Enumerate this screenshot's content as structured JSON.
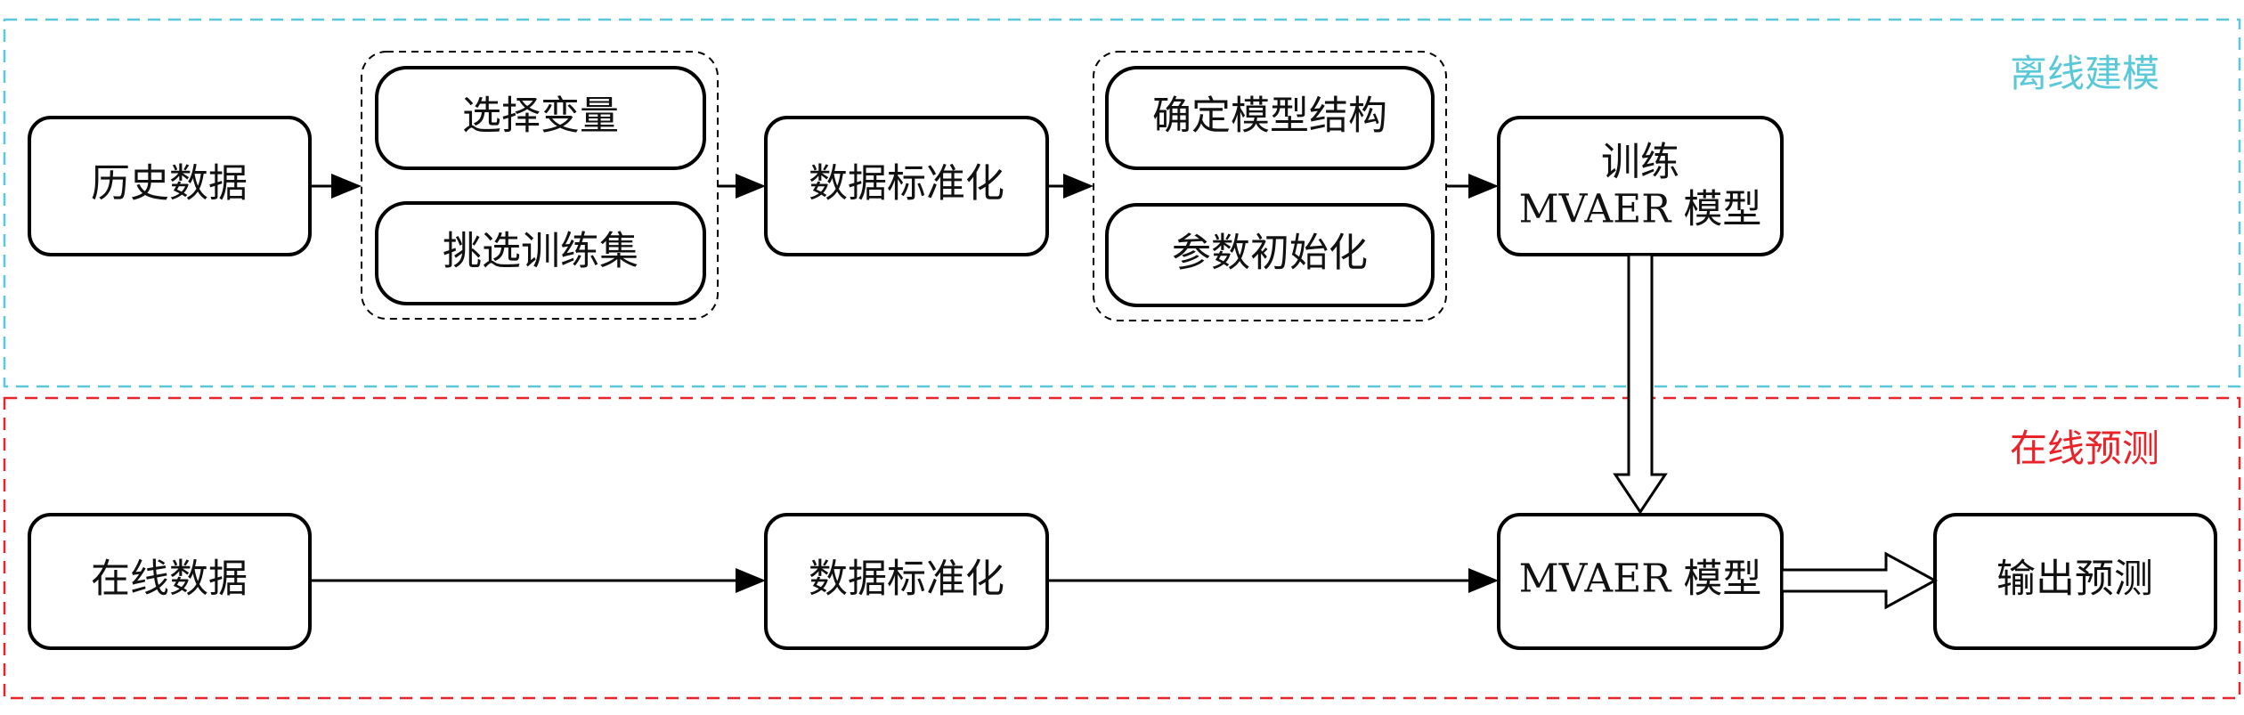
{
  "sections": {
    "offline": {
      "label": "离线建模",
      "color": "#59c8d8"
    },
    "online": {
      "label": "在线预测",
      "color": "#e8232a"
    }
  },
  "offline": {
    "history_data": "历史数据",
    "select_variables": "选择变量",
    "pick_training_set": "挑选训练集",
    "standardization": "数据标准化",
    "determine_structure": "确定模型结构",
    "param_init": "参数初始化",
    "train_line1": "训练",
    "train_line2": "MVAER 模型"
  },
  "online": {
    "online_data": "在线数据",
    "standardization": "数据标准化",
    "model": "MVAER 模型",
    "output": "输出预测"
  }
}
